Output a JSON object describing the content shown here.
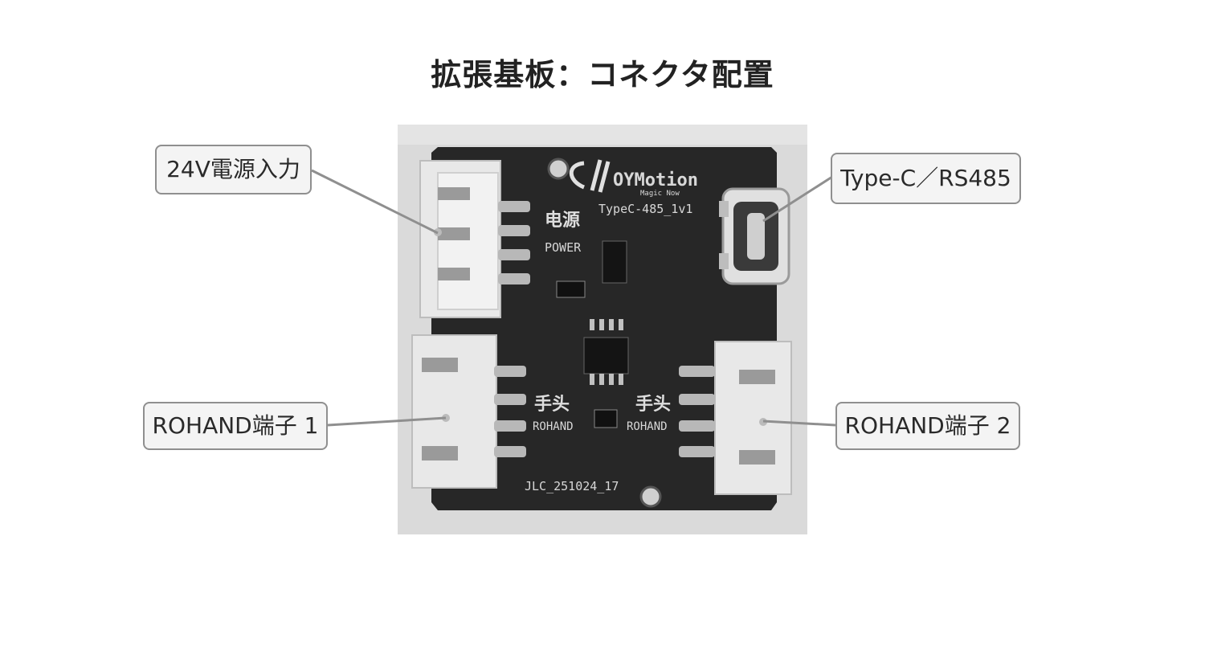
{
  "title": "拡張基板：コネクタ配置",
  "callouts": {
    "power": "24V電源入力",
    "typec": "Type-C／RS485",
    "rohand1": "ROHAND端子 1",
    "rohand2": "ROHAND端子 2"
  },
  "board": {
    "logo": "OYMotion",
    "slogan": "Magic Now",
    "model": "TypeC-485_1v1",
    "power_cn": "电源",
    "power_en": "POWER",
    "hand_cn": "手头",
    "hand_en": "ROHAND",
    "fab_code": "JLC_251024_17"
  }
}
